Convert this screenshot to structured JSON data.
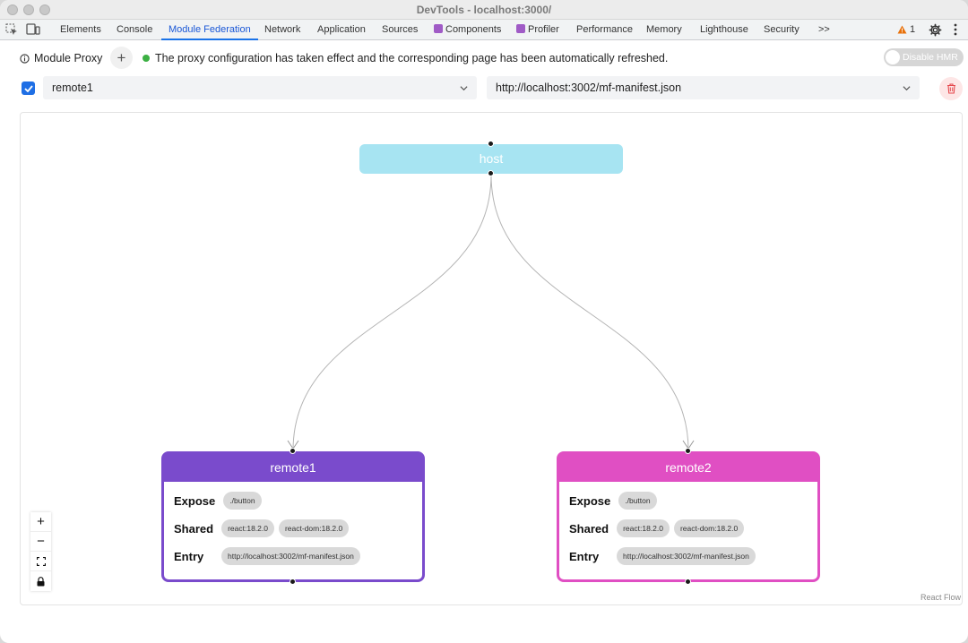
{
  "window": {
    "title": "DevTools - localhost:3000/"
  },
  "tabs": [
    {
      "label": "Elements"
    },
    {
      "label": "Console"
    },
    {
      "label": "Module Federation",
      "active": true
    },
    {
      "label": "Network"
    },
    {
      "label": "Application"
    },
    {
      "label": "Sources"
    },
    {
      "label": "Components",
      "icon": "react-icon"
    },
    {
      "label": "Profiler",
      "icon": "react-icon"
    },
    {
      "label": "Performance"
    },
    {
      "label": "Memory"
    },
    {
      "label": "Lighthouse"
    },
    {
      "label": "Security"
    }
  ],
  "toolbar": {
    "more_tabs": ">>",
    "warning_count": "1"
  },
  "proxy": {
    "label": "Module Proxy",
    "add_label": "+",
    "status_text": "The proxy configuration has taken effect and the corresponding page has been automatically refreshed.",
    "status_color": "#3cb043",
    "hmr_label": "Disable HMR",
    "hmr_enabled": false
  },
  "rule": {
    "checked": true,
    "module": "remote1",
    "url": "http://localhost:3002/mf-manifest.json"
  },
  "graph": {
    "host": {
      "label": "host",
      "color": "#a7e4f2"
    },
    "remotes": [
      {
        "label": "remote1",
        "color": "#7a4bcc",
        "expose_label": "Expose",
        "expose": [
          "./button"
        ],
        "shared_label": "Shared",
        "shared": [
          "react:18.2.0",
          "react-dom:18.2.0"
        ],
        "entry_label": "Entry",
        "entry": "http://localhost:3002/mf-manifest.json"
      },
      {
        "label": "remote2",
        "color": "#e04fc3",
        "expose_label": "Expose",
        "expose": [
          "./button"
        ],
        "shared_label": "Shared",
        "shared": [
          "react:18.2.0",
          "react-dom:18.2.0"
        ],
        "entry_label": "Entry",
        "entry": "http://localhost:3002/mf-manifest.json"
      }
    ],
    "controls": [
      "+",
      "−"
    ],
    "attribution": "React Flow"
  }
}
